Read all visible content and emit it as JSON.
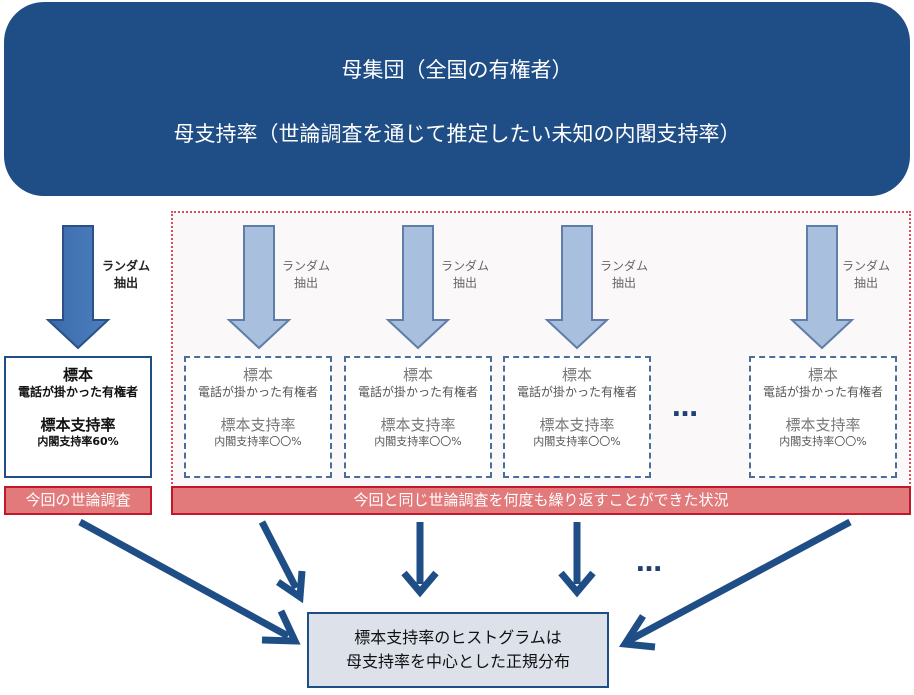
{
  "population": {
    "title": "母集団（全国の有権者）",
    "rate": "母支持率（世論調査を通じて推定したい未知の内閣支持率）"
  },
  "arrow_label": "ランダム\n抽出",
  "current_sample": {
    "title": "標本",
    "subtitle": "電話が掛かった有権者",
    "rate_label": "標本支持率",
    "rate_value": "内閣支持率60%",
    "caption": "今回の世論調査"
  },
  "repeated_samples": [
    {
      "title": "標本",
      "subtitle": "電話が掛かった有権者",
      "rate_label": "標本支持率",
      "rate_value": "内閣支持率〇〇%"
    },
    {
      "title": "標本",
      "subtitle": "電話が掛かった有権者",
      "rate_label": "標本支持率",
      "rate_value": "内閣支持率〇〇%"
    },
    {
      "title": "標本",
      "subtitle": "電話が掛かった有権者",
      "rate_label": "標本支持率",
      "rate_value": "内閣支持率〇〇%"
    },
    {
      "title": "標本",
      "subtitle": "電話が掛かった有権者",
      "rate_label": "標本支持率",
      "rate_value": "内閣支持率〇〇%"
    }
  ],
  "repeat_caption": "今回と同じ世論調査を何度も繰り返すことができた状況",
  "ellipsis": "…",
  "result": {
    "line1": "標本支持率のヒストグラムは",
    "line2": "母支持率を中心とした正規分布"
  },
  "colors": {
    "navy": "#1f4e86",
    "light_arrow": "#a8bfdd",
    "red_border": "#c0182a",
    "red_fill": "#e27a7b"
  }
}
